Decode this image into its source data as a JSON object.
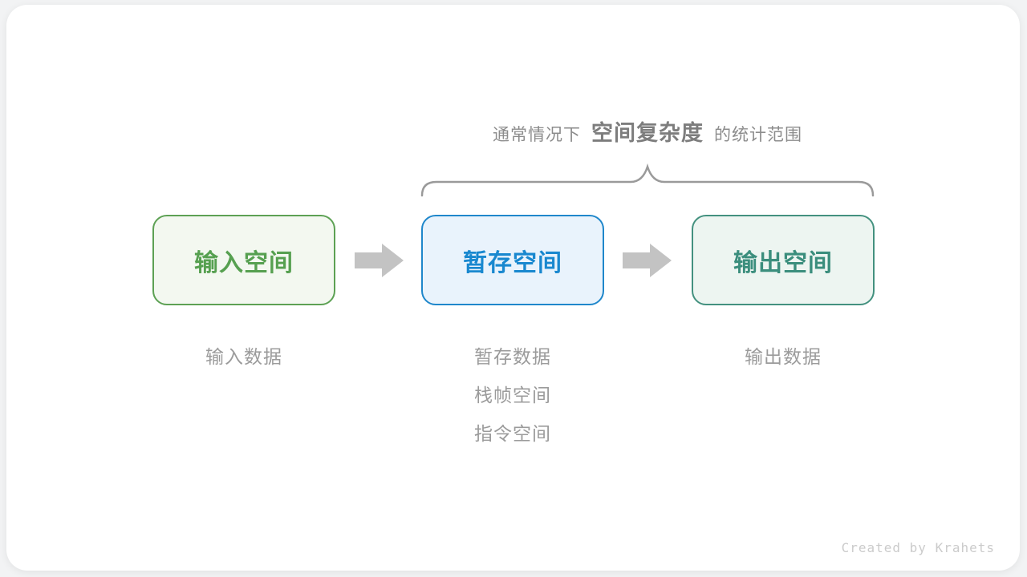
{
  "caption": {
    "prefix": "通常情况下",
    "highlight": "空间复杂度",
    "suffix": "的统计范围"
  },
  "boxes": [
    {
      "id": "input-space",
      "label": "输入空间",
      "border_color": "#5da154",
      "bg_color": "#f3f8f0",
      "text_color": "#56a050"
    },
    {
      "id": "temp-space",
      "label": "暂存空间",
      "border_color": "#1f87cb",
      "bg_color": "#e9f3fc",
      "text_color": "#1988cf"
    },
    {
      "id": "output-space",
      "label": "输出空间",
      "border_color": "#43917f",
      "bg_color": "#edf5f1",
      "text_color": "#3b8e7d"
    }
  ],
  "labels": {
    "input": [
      "输入数据"
    ],
    "temp": [
      "暂存数据",
      "栈帧空间",
      "指令空间"
    ],
    "output": [
      "输出数据"
    ]
  },
  "arrow_color": "#c3c3c3",
  "brace_color": "#9a9a9a",
  "footer": {
    "credit": "Created by Krahets"
  }
}
